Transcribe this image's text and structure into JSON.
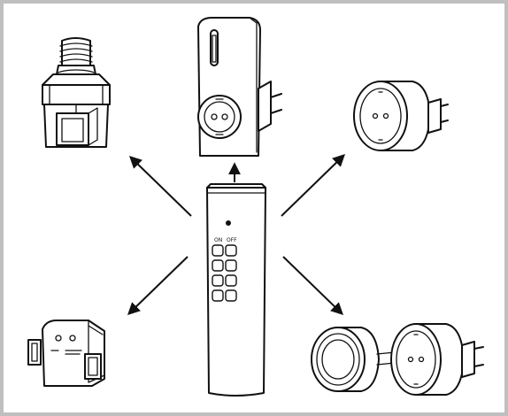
{
  "remote": {
    "on_label": "ON",
    "off_label": "OFF"
  },
  "devices": [
    {
      "name": "lamp-socket-adapter"
    },
    {
      "name": "plug-in-socket-switch"
    },
    {
      "name": "round-socket-adapter-top"
    },
    {
      "name": "in-wall-switch-module"
    },
    {
      "name": "round-socket-adapter-pair"
    }
  ],
  "colors": {
    "line": "#111111",
    "background": "#ffffff",
    "frame": "#bfbfbf"
  }
}
